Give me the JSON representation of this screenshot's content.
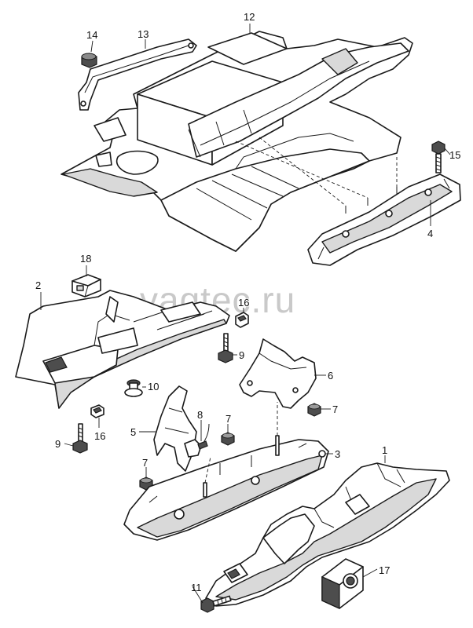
{
  "watermark": "vagtec.ru",
  "callouts": {
    "c1": "1",
    "c2": "2",
    "c3": "3",
    "c4": "4",
    "c5": "5",
    "c6": "6",
    "c7a": "7",
    "c7b": "7",
    "c7c": "7",
    "c8": "8",
    "c9a": "9",
    "c9b": "9",
    "c10": "10",
    "c11": "11",
    "c12": "12",
    "c13": "13",
    "c14": "14",
    "c15": "15",
    "c16a": "16",
    "c16b": "16",
    "c17": "17",
    "c18": "18"
  }
}
